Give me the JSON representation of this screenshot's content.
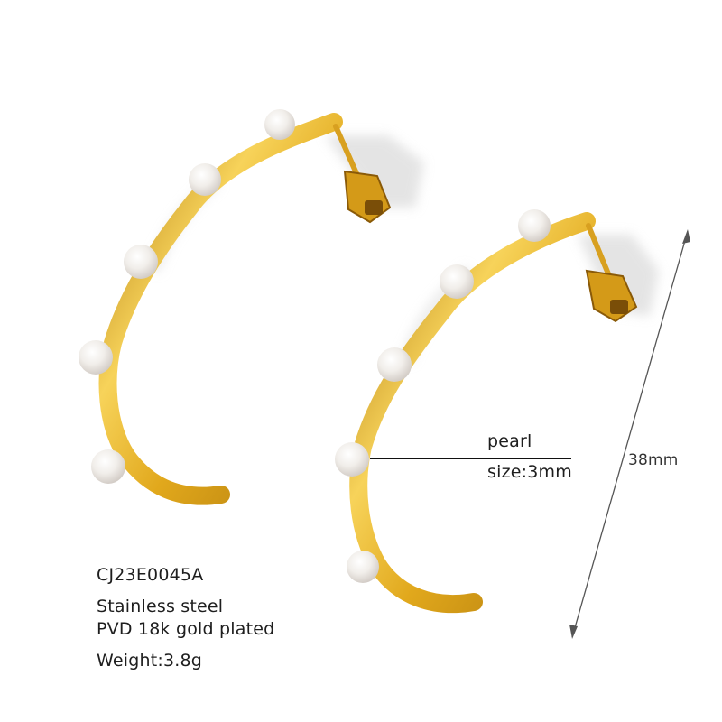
{
  "product": {
    "sku": "CJ23E0045A",
    "material_line1": "Stainless steel",
    "material_line2": "PVD 18k gold  plated",
    "weight": "Weight:3.8g"
  },
  "annotations": {
    "pearl_label": "pearl",
    "pearl_size": "size:3mm",
    "dimension": "38mm"
  },
  "image": {
    "subject": "pair of gold C-hoop stud earrings with pearls",
    "pearls_per_earring": 5,
    "colors": {
      "background": "#ffffff",
      "gold_light": "#f7d35a",
      "gold_mid": "#e1a81c",
      "gold_dark": "#a8700a",
      "pearl": "#f4f1ee",
      "shadow": "#d9d9d9",
      "dimension_line": "#555555"
    }
  }
}
